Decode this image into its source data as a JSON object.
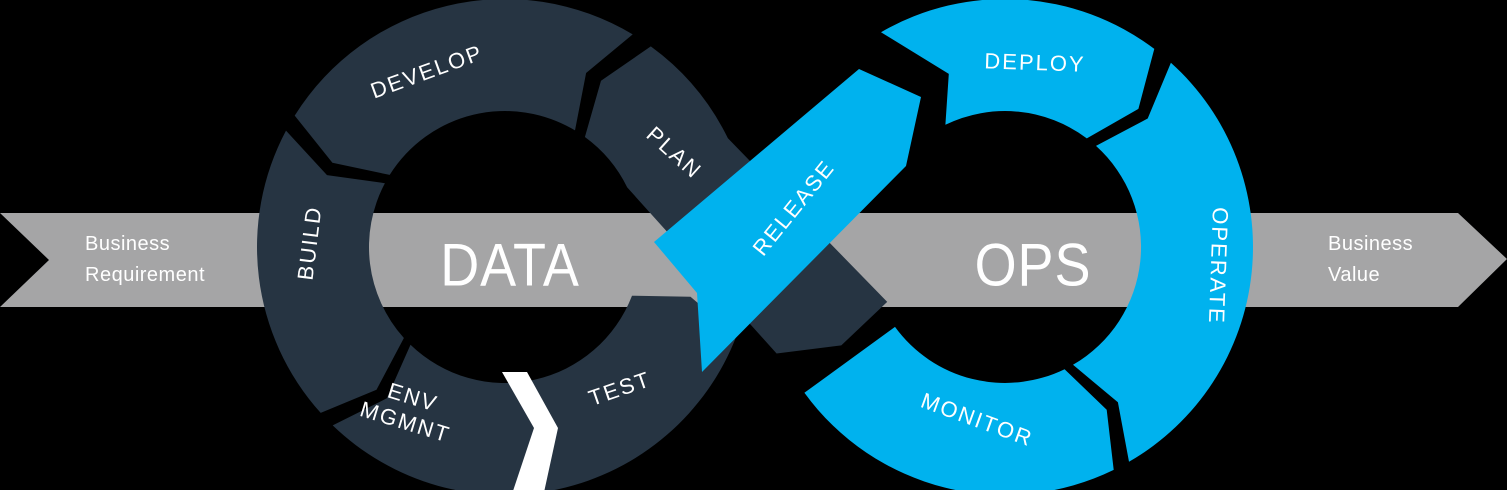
{
  "diagram": {
    "colors": {
      "dark": "#263442",
      "blue": "#00b2ee",
      "gray": "#a5a5a6",
      "white": "#ffffff",
      "label": "#ffffff"
    },
    "flow_band": {
      "left_label": "Business\nRequirement",
      "right_label": "Business\nValue"
    },
    "data_loop": {
      "center_label": "DATA",
      "segments": {
        "plan": "PLAN",
        "develop": "DEVELOP",
        "build": "BUILD",
        "env_mgmnt": "ENV\nMGMNT",
        "test": "TEST"
      }
    },
    "crossover": {
      "release": "RELEASE"
    },
    "ops_loop": {
      "center_label": "OPS",
      "segments": {
        "deploy": "DEPLOY",
        "operate": "OPERATE",
        "monitor": "MONITOR"
      }
    }
  }
}
